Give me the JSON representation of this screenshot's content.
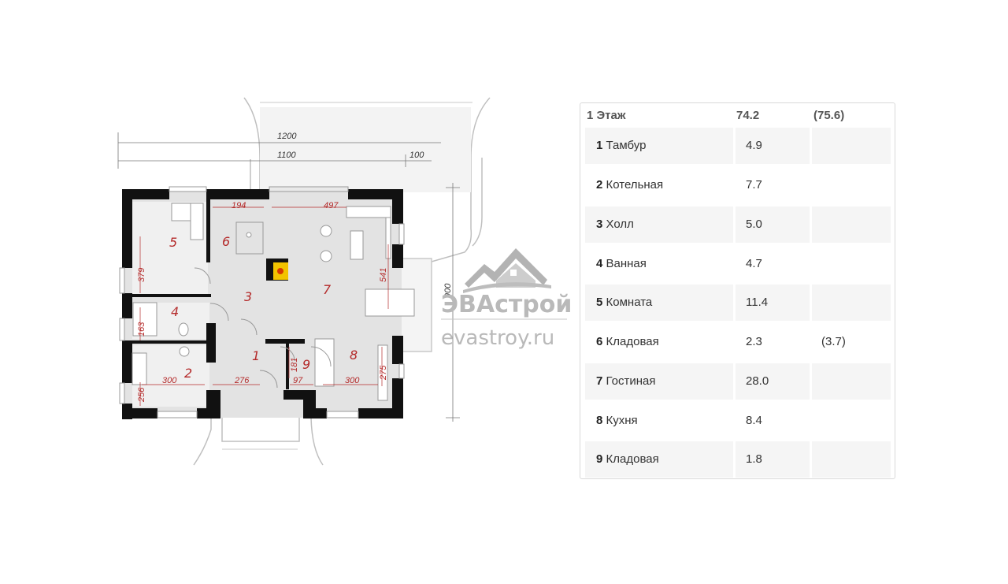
{
  "plan": {
    "dimensions": {
      "total_width": "1200",
      "inner_width": "1100",
      "offset": "100",
      "height": "900",
      "d194": "194",
      "d497": "497",
      "d379": "379",
      "d541": "541",
      "d163": "163",
      "d256": "256",
      "d300a": "300",
      "d276": "276",
      "d181": "181",
      "d97": "97",
      "d300b": "300",
      "d275": "275"
    },
    "room_numbers": [
      "1",
      "2",
      "3",
      "4",
      "5",
      "6",
      "7",
      "8",
      "9"
    ],
    "watermark": {
      "brand": "ЭВАстрой",
      "url": "evastroy.ru"
    }
  },
  "table": {
    "floor_label": "1 Этаж",
    "total_area": "74.2",
    "total_area_alt": "(75.6)",
    "rooms": [
      {
        "num": "1",
        "name": "Тамбур",
        "area": "4.9",
        "alt": ""
      },
      {
        "num": "2",
        "name": "Котельная",
        "area": "7.7",
        "alt": ""
      },
      {
        "num": "3",
        "name": "Холл",
        "area": "5.0",
        "alt": ""
      },
      {
        "num": "4",
        "name": "Ванная",
        "area": "4.7",
        "alt": ""
      },
      {
        "num": "5",
        "name": "Комната",
        "area": "11.4",
        "alt": ""
      },
      {
        "num": "6",
        "name": "Кладовая",
        "area": "2.3",
        "alt": "(3.7)"
      },
      {
        "num": "7",
        "name": "Гостиная",
        "area": "28.0",
        "alt": ""
      },
      {
        "num": "8",
        "name": "Кухня",
        "area": "8.4",
        "alt": ""
      },
      {
        "num": "9",
        "name": "Кладовая",
        "area": "1.8",
        "alt": ""
      }
    ]
  }
}
